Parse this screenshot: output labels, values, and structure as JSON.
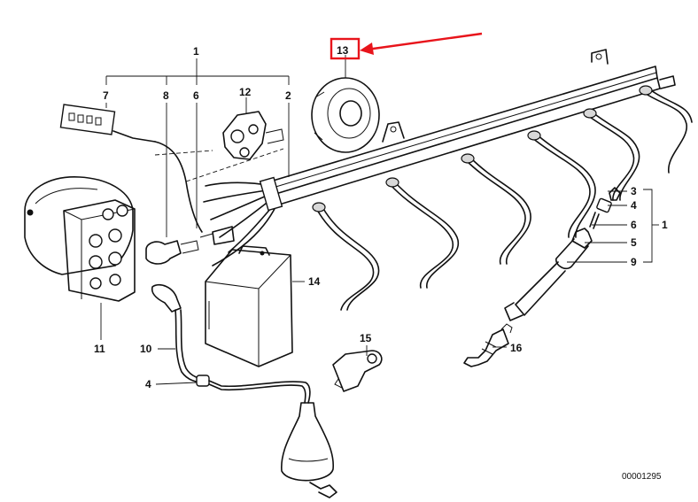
{
  "callouts": {
    "c1_top": "1",
    "c7": "7",
    "c8": "8",
    "c6_left": "6",
    "c12": "12",
    "c2": "2",
    "c13": "13",
    "c3": "3",
    "c4_right": "4",
    "c6_right": "6",
    "c5": "5",
    "c9": "9",
    "c1_right": "1",
    "c14": "14",
    "c11": "11",
    "c10": "10",
    "c4_left": "4",
    "c15": "15",
    "c16": "16"
  },
  "reference_number": "00001295",
  "highlight": {
    "target": "13",
    "color": "#e8141b"
  },
  "icons": [
    "distributor-cap",
    "ignition-lead-harness",
    "plug-lead-rail",
    "noise-suppression-capacitor",
    "hall-sensor-plate",
    "spark-plug",
    "bracket",
    "ignition-coil-boot",
    "rubber-grommet"
  ]
}
